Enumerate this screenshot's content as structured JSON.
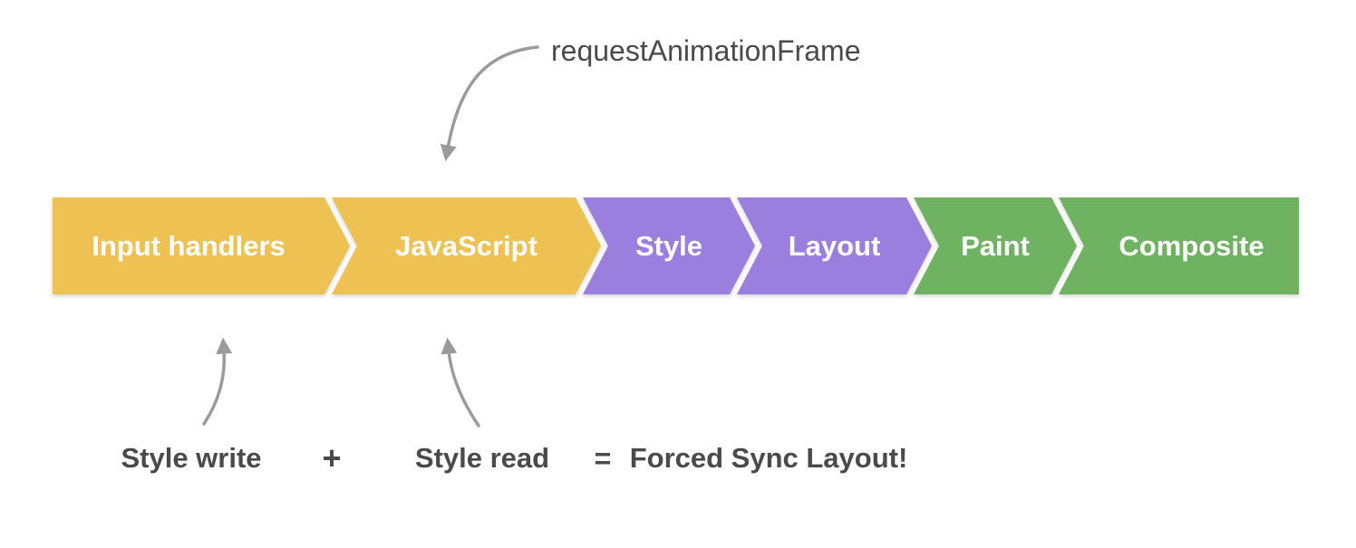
{
  "annotations": {
    "raf_label": "requestAnimationFrame"
  },
  "pipeline": {
    "segments": [
      {
        "label": "Input handlers",
        "color": "#EEC153"
      },
      {
        "label": "JavaScript",
        "color": "#EEC153"
      },
      {
        "label": "Style",
        "color": "#9B7FDE"
      },
      {
        "label": "Layout",
        "color": "#9B7FDE"
      },
      {
        "label": "Paint",
        "color": "#6FB362"
      },
      {
        "label": "Composite",
        "color": "#6FB362"
      }
    ]
  },
  "equation": {
    "term1": "Style write",
    "plus": "+",
    "term2": "Style read",
    "equals": "=",
    "result": "Forced Sync Layout!"
  },
  "colors": {
    "amber": "#EEC153",
    "purple": "#9B7FDE",
    "green": "#6FB362",
    "arrow_gray": "#9B9B9B",
    "text_gray": "#4A4A4A",
    "label_white": "#FFFFFF",
    "background": "#FFFFFF"
  }
}
